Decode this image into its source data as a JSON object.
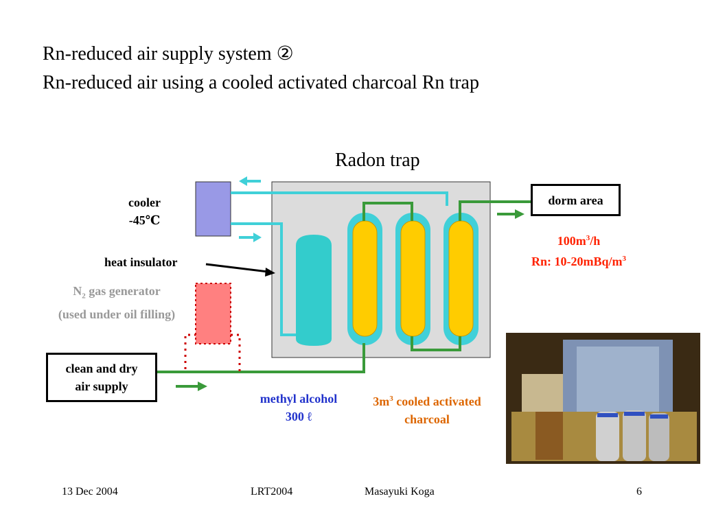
{
  "title": {
    "line1": "Rn-reduced air supply system ②",
    "line2": "Rn-reduced air using a cooled activated charcoal Rn trap"
  },
  "diagram": {
    "radon_trap_label": "Radon trap",
    "cooler_line1": "cooler",
    "cooler_line2": "-45℃",
    "heat_insulator": "heat insulator",
    "n2_prefix": "N",
    "n2_sub": "2",
    "n2_suffix": " gas generator",
    "n2_line2": "(used under oil filling)",
    "clean_air_line1": "clean and dry",
    "clean_air_line2": "air supply",
    "dorm_area": "dorm area",
    "flow_value": "100m",
    "flow_sup": "3",
    "flow_unit": "/h",
    "rn_value": "Rn: 10-20mBq/m",
    "rn_sup": "3",
    "methyl_line1": "methyl alcohol",
    "methyl_line2": "300 ℓ",
    "charcoal_prefix": "3m",
    "charcoal_sup": "3",
    "charcoal_suffix": " cooled activated",
    "charcoal_line2": "charcoal",
    "colors": {
      "pipe_cyan": "#40d0d8",
      "pipe_green": "#3a9a3a",
      "cooler": "#9999e6",
      "charcoal": "#ffcc00",
      "n2_generator": "#ff8080",
      "red_text": "#ff2200",
      "orange_text": "#dd6600",
      "blue_text": "#2233cc",
      "gray_text": "#999999"
    }
  },
  "footer": {
    "date": "13 Dec 2004",
    "conference": "LRT2004",
    "author": "Masayuki Koga",
    "page": "6"
  }
}
